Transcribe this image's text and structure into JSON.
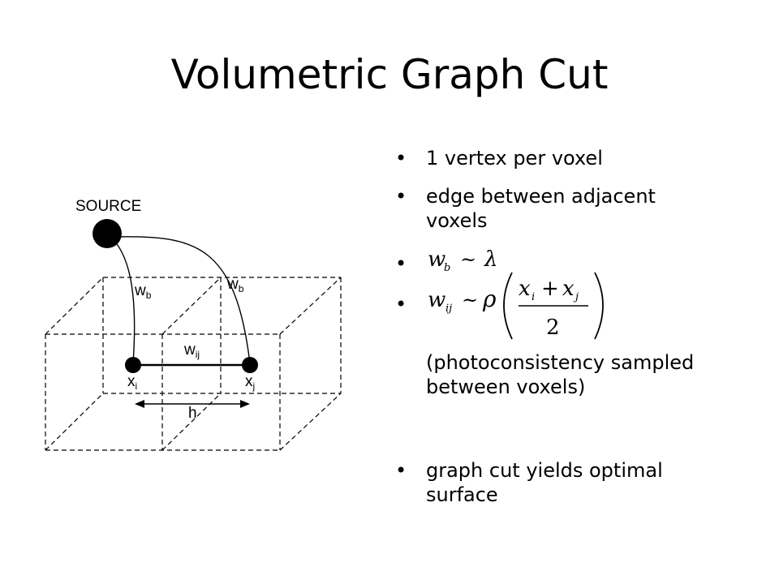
{
  "slide": {
    "title": "Volumetric Graph Cut"
  },
  "diagram": {
    "source_label": "SOURCE",
    "edge_b_left": "w",
    "edge_b_left_sub": "b",
    "edge_b_right": "w",
    "edge_b_right_sub": "b",
    "edge_ij": "w",
    "edge_ij_sub": "ij",
    "node_i": "x",
    "node_i_sub": "i",
    "node_j": "x",
    "node_j_sub": "j",
    "spacing": "h"
  },
  "bullets": {
    "b1": "1 vertex per voxel",
    "b2_line1": "edge between adjacent",
    "b2_line2": "voxels",
    "b3_w": "w",
    "b3_sub": "b",
    "b3_sim": "~",
    "b3_lambda": "λ",
    "b4_w": "w",
    "b4_sub": "ij",
    "b4_sim": "~",
    "b4_rho": "ρ",
    "b4_xi": "x",
    "b4_xi_sub": "i",
    "b4_plus": "+",
    "b4_xj": "x",
    "b4_xj_sub": "j",
    "b4_den": "2",
    "note_line1": "(photoconsistency sampled",
    "note_line2": "between voxels)",
    "b5_line1": "graph cut yields optimal",
    "b5_line2": "surface"
  }
}
